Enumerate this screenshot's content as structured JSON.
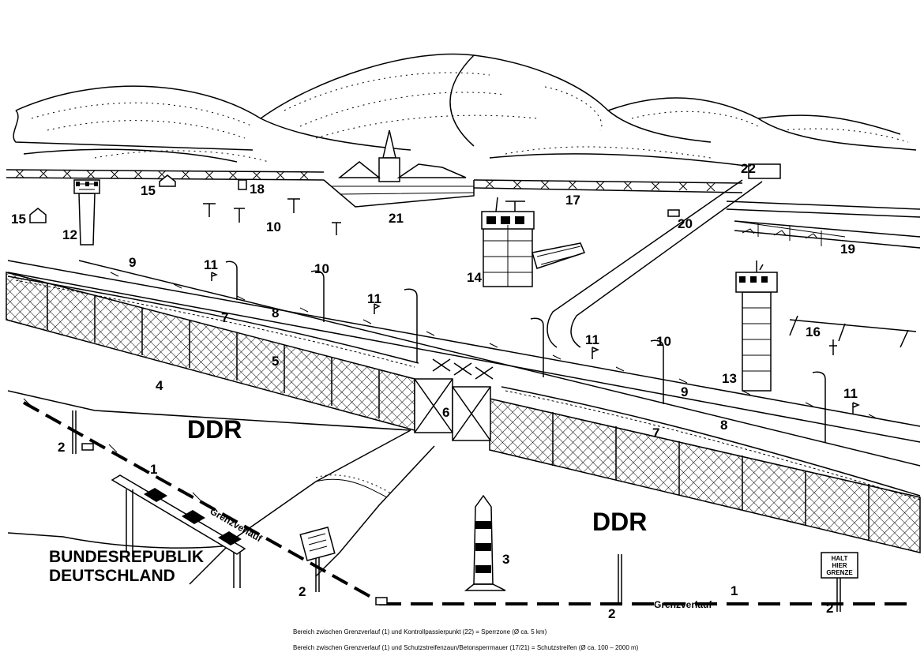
{
  "colors": {
    "ink": "#000000",
    "paper": "#ffffff"
  },
  "labels": {
    "country_ddr_left": "DDR",
    "country_ddr_right": "DDR",
    "country_brd_line1": "BUNDESREPUBLIK",
    "country_brd_line2": "DEUTSCHLAND",
    "grenzverlauf_diagonal": "Grenzverlauf",
    "grenzverlauf_bottom": "Grenzverlauf",
    "sign_halt_line1": "HALT",
    "sign_halt_line2": "HIER",
    "sign_halt_line3": "GRENZE"
  },
  "numbers": {
    "n1_diag": "1",
    "n1_bottom": "1",
    "n2_left": "2",
    "n2_sign": "2",
    "n2_mid": "2",
    "n2_right": "2",
    "n3": "3",
    "n4": "4",
    "n5": "5",
    "n6": "6",
    "n7_left": "7",
    "n7_right": "7",
    "n8_left": "8",
    "n8_right": "8",
    "n9_left": "9",
    "n9_right": "9",
    "n10_field": "10",
    "n10_a": "10",
    "n10_b": "10",
    "n11_a": "11",
    "n11_b": "11",
    "n11_c": "11",
    "n11_d": "11",
    "n12": "12",
    "n13": "13",
    "n14": "14",
    "n15_left": "15",
    "n15_top": "15",
    "n16": "16",
    "n17": "17",
    "n18": "18",
    "n19": "19",
    "n20": "20",
    "n21": "21",
    "n22": "22"
  },
  "captions": {
    "line1": "Bereich zwischen Grenzverlauf (1) und Kontrollpassierpunkt (22) = Sperrzone (Ø ca. 5 km)",
    "line2": "Bereich zwischen Grenzverlauf (1) und Schutzstreifenzaun/Betonsperrmauer (17/21) = Schutzstreifen (Ø ca. 100 – 2000 m)"
  }
}
